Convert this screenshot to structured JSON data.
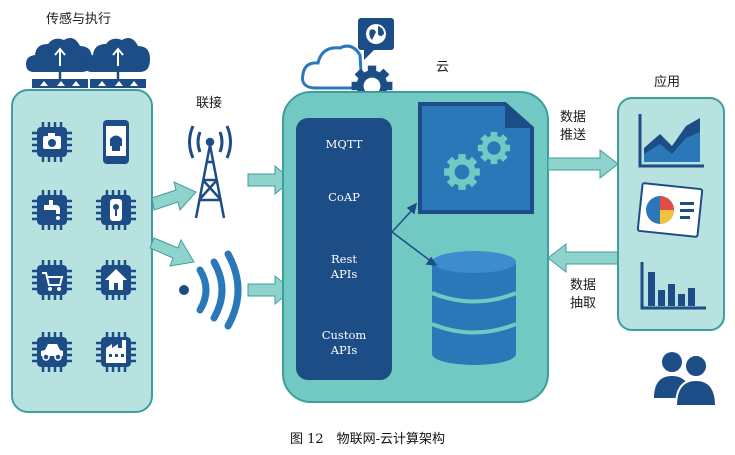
{
  "labels": {
    "sensing": "传感与执行",
    "connect": "联接",
    "cloud": "云",
    "application": "应用",
    "push_line1": "数据",
    "push_line2": "推送",
    "pull_line1": "数据",
    "pull_line2": "抽取"
  },
  "protocols": [
    {
      "line1": "MQTT",
      "line2": ""
    },
    {
      "line1": "CoAP",
      "line2": ""
    },
    {
      "line1": "Rest",
      "line2": "APIs"
    },
    {
      "line1": "Custom",
      "line2": "APIs"
    }
  ],
  "caption": "图 12　物联网-云计算架构",
  "colors": {
    "teal_fill": "#72c8c2",
    "teal_stroke": "#3e9e9c",
    "navy": "#1c4d86",
    "blue": "#2a78b8",
    "panel_fill": "#b8e2df",
    "arrow": "#8fd3cd"
  },
  "icons": [
    "cloud-upload-icon",
    "camera-chip-icon",
    "android-phone-icon",
    "faucet-chip-icon",
    "door-lock-icon",
    "cart-chip-icon",
    "house-chip-icon",
    "car-chip-icon",
    "factory-chip-icon",
    "cell-tower-icon",
    "wifi-icon",
    "cloud-gear-icon",
    "globe-icon",
    "gears-document-icon",
    "database-icon",
    "area-chart-icon",
    "pie-chart-icon",
    "bar-chart-icon",
    "users-icon"
  ]
}
